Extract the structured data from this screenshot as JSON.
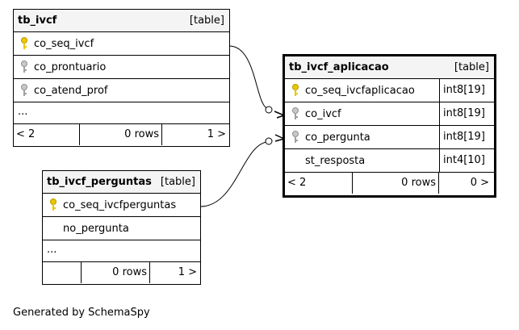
{
  "tables": {
    "tb_ivcf": {
      "name": "tb_ivcf",
      "type": "[table]",
      "columns": [
        {
          "name": "co_seq_ivcf",
          "key": "primary"
        },
        {
          "name": "co_prontuario",
          "key": "foreign"
        },
        {
          "name": "co_atend_prof",
          "key": "foreign"
        }
      ],
      "ellipsis": "...",
      "footer": {
        "prev": "< 2",
        "rows": "0 rows",
        "next": "1 >"
      }
    },
    "tb_ivcf_aplicacao": {
      "name": "tb_ivcf_aplicacao",
      "type": "[table]",
      "columns": [
        {
          "name": "co_seq_ivcfaplicacao",
          "key": "primary",
          "dtype": "int8[19]"
        },
        {
          "name": "co_ivcf",
          "key": "foreign",
          "dtype": "int8[19]"
        },
        {
          "name": "co_pergunta",
          "key": "foreign",
          "dtype": "int8[19]"
        },
        {
          "name": "st_resposta",
          "key": "none",
          "dtype": "int4[10]"
        }
      ],
      "footer": {
        "prev": "< 2",
        "rows": "0 rows",
        "next": "0 >"
      }
    },
    "tb_ivcf_perguntas": {
      "name": "tb_ivcf_perguntas",
      "type": "[table]",
      "columns": [
        {
          "name": "co_seq_ivcfperguntas",
          "key": "primary"
        },
        {
          "name": "no_pergunta",
          "key": "none"
        }
      ],
      "ellipsis": "...",
      "footer": {
        "prev": "",
        "rows": "0 rows",
        "next": "1 >"
      }
    }
  },
  "colors": {
    "primary_key": "#e8c800",
    "foreign_key": "#a0a0a0",
    "header_bg": "#f4f4f4"
  },
  "footer_text": "Generated by SchemaSpy"
}
